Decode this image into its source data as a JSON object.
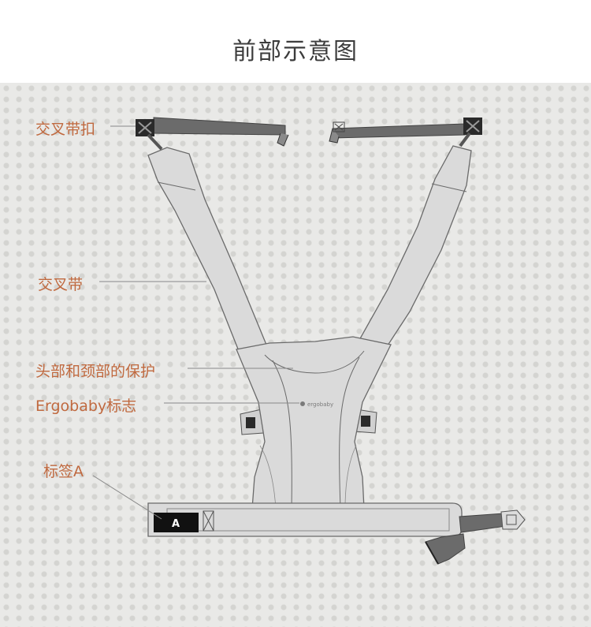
{
  "title": "前部示意图",
  "labels": {
    "cross_strap_buckle": "交叉带扣",
    "cross_strap": "交叉带",
    "head_neck_protection": "头部和颈部的保护",
    "ergobaby_logo": "Ergobaby标志",
    "tag_a": "标签A"
  },
  "tag_letter": "A",
  "logo_text": "ergobaby",
  "colors": {
    "label": "#c0693f",
    "strap_fill": "#dadada",
    "strap_outline": "#6a6a6a",
    "dark_strap": "#6b6b6b",
    "buckle": "#2a2a2a"
  }
}
